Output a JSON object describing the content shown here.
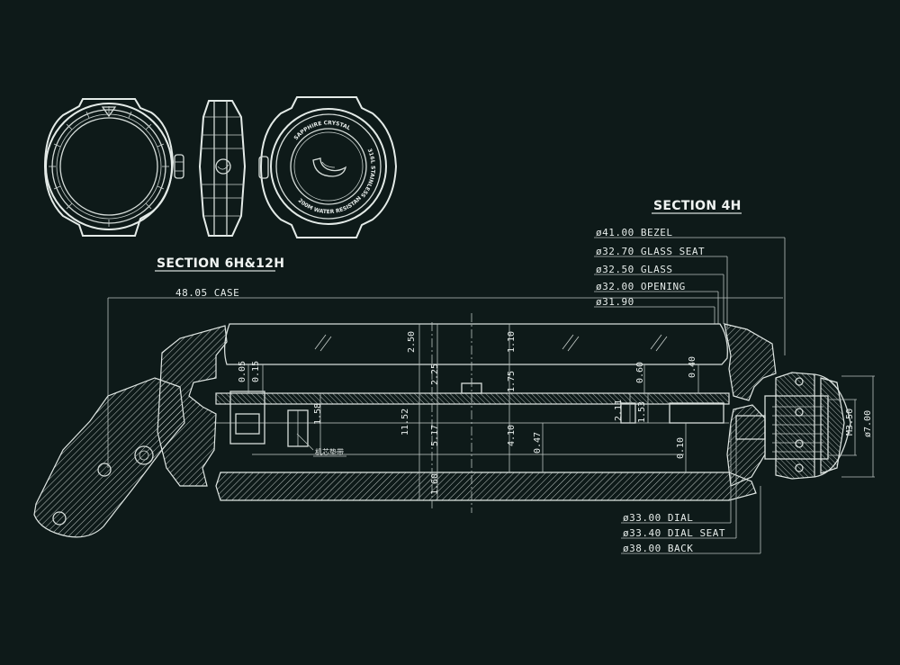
{
  "section_titles": {
    "views": "SECTION 6H&12H",
    "main": "SECTION 4H"
  },
  "caseback_text": {
    "left": "200M WATER RESISTANT",
    "top": "SAPPHIRE CRYSTAL",
    "right": "316L STAINLESS STEEL"
  },
  "callouts_top": [
    {
      "label": "ø41.00 BEZEL"
    },
    {
      "label": "ø32.70 GLASS SEAT"
    },
    {
      "label": "ø32.50 GLASS"
    },
    {
      "label": "ø32.00 OPENING"
    },
    {
      "label": "ø31.90"
    }
  ],
  "case_width": "48.05 CASE",
  "callouts_bottom": [
    {
      "label": "ø33.00 DIAL"
    },
    {
      "label": "ø33.40 DIAL SEAT"
    },
    {
      "label": "ø38.00 BACK"
    }
  ],
  "crown_dims": {
    "m": "M3.50",
    "d": "ø7.00"
  },
  "vertical_dims": {
    "v_2_50": "2.50",
    "v_1_10": "1.10",
    "v_2_25": "2.25",
    "v_1_75": "1.75",
    "v_11_52": "11.52",
    "v_5_17": "5.17",
    "v_4_10": "4.10",
    "v_0_47": "0.47",
    "v_1_60": "1.60",
    "v_0_05": "0.05",
    "v_0_15": "0.15",
    "v_1_58": "1.58",
    "v_0_60": "0.60",
    "v_0_40": "0.40",
    "v_2_11": "2.11",
    "v_1_53": "1.53",
    "v_0_10": "0.10"
  },
  "movement_note": "机芯垫带",
  "colors": {
    "background": "#0e1a19",
    "line": "#d6ddda"
  }
}
